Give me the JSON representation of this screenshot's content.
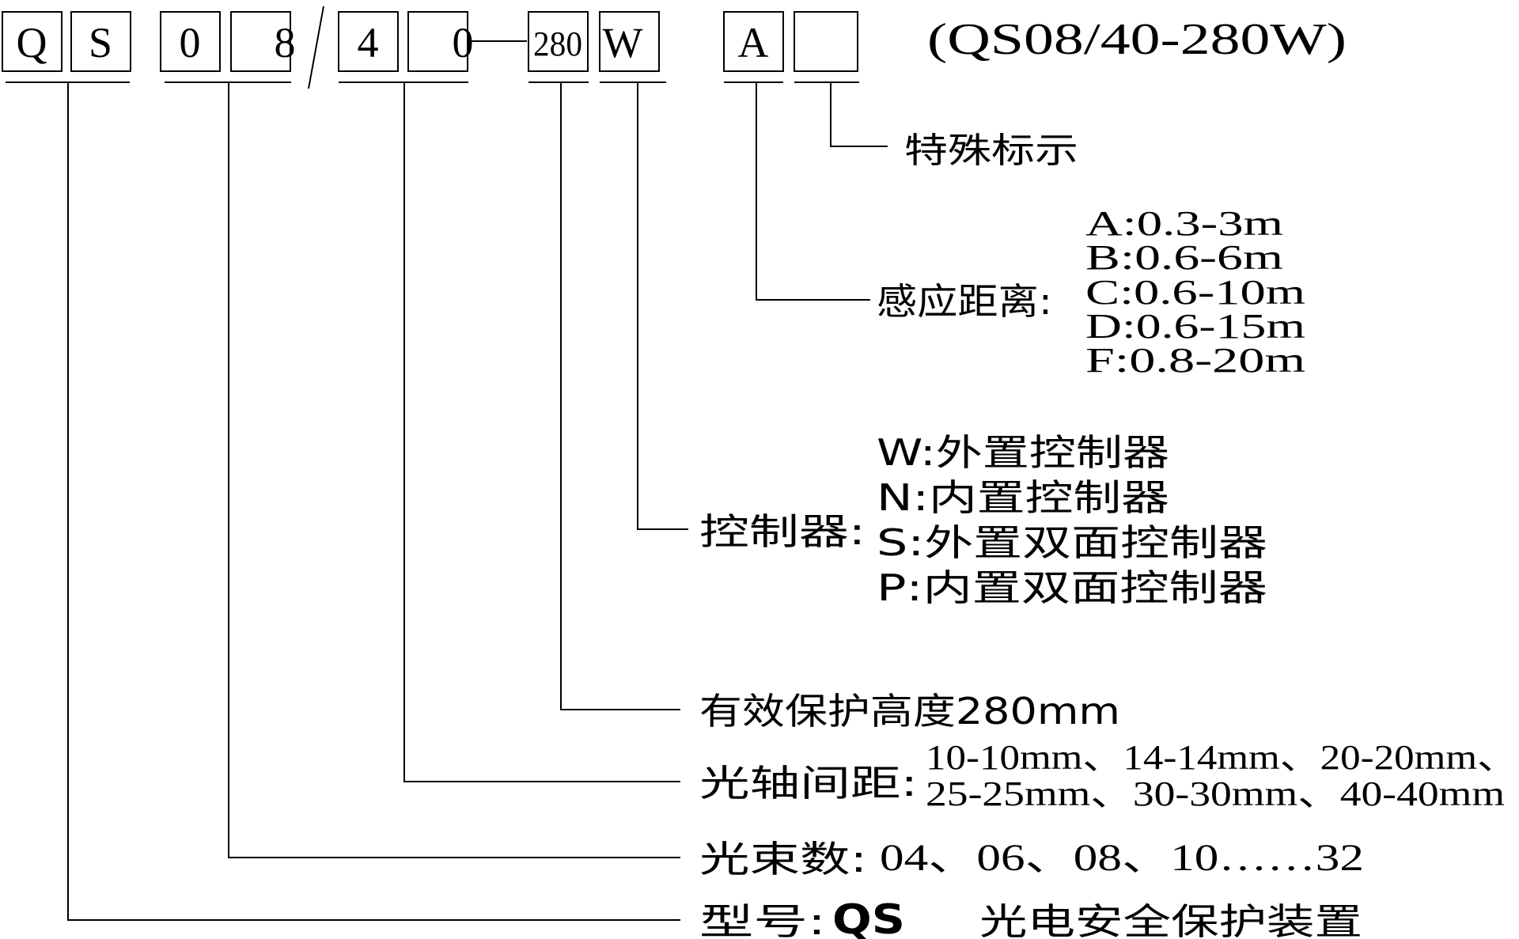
{
  "code_boxes": [
    "Q",
    "S",
    "0",
    "8",
    "4",
    "0",
    "280",
    "W",
    "A",
    ""
  ],
  "separator": "/",
  "model_full": "(QS08/40-280W)",
  "special_mark": {
    "label": "特殊标示"
  },
  "sensing_distance": {
    "label": "感应距离:",
    "options": [
      "A:0.3-3m",
      "B:0.6-6m",
      "C:0.6-10m",
      "D:0.6-15m",
      "F:0.8-20m"
    ]
  },
  "controller": {
    "label": "控制器:",
    "options": [
      "W:外置控制器",
      "N:内置控制器",
      "S:外置双面控制器",
      "P:内置双面控制器"
    ]
  },
  "protection_height": {
    "text": "有效保护高度280mm"
  },
  "axis_spacing": {
    "label": "光轴间距:",
    "line1": "10-10mm、14-14mm、20-20mm、",
    "line2": "25-25mm、30-30mm、40-40mm"
  },
  "beam_count": {
    "label": "光束数:",
    "values": "04、06、08、10……32"
  },
  "model_type": {
    "label": "型号:",
    "code": "QS",
    "description": "光电安全保护装置"
  }
}
